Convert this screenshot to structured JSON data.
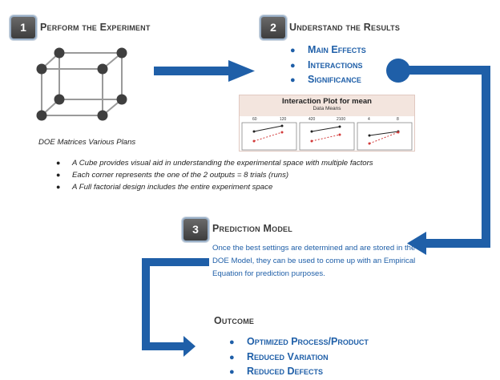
{
  "steps": [
    {
      "number": "1",
      "title": "Perform the Experiment"
    },
    {
      "number": "2",
      "title": "Understand the Results"
    },
    {
      "number": "3",
      "title": "Prediction Model"
    }
  ],
  "results_items": [
    "Main Effects",
    "Interactions",
    "Significance"
  ],
  "cube_caption": "DOE Matrices Various Plans",
  "cube_notes": [
    "A Cube provides visual aid in understanding the experimental space with multiple factors",
    "Each corner represents the one of the 2 outputs = 8 trials (runs)",
    "A Full factorial design includes the entire experiment space"
  ],
  "interaction_plot": {
    "title": "Interaction Plot for mean",
    "subtitle": "Data Means",
    "ticks": [
      "60",
      "120",
      "420",
      "2100",
      "4",
      "8"
    ]
  },
  "prediction_text": "Once the best settings are determined and are stored in the DOE Model, they can be used to come up with an Empirical Equation for prediction purposes.",
  "outcome": {
    "title": "Outcome",
    "items": [
      "Optimized Process/Product",
      "Reduced Variation",
      "Reduced Defects"
    ]
  },
  "colors": {
    "accent": "#1f5fa8",
    "badge": "#4a4a4a",
    "text": "#3a3a3a"
  }
}
